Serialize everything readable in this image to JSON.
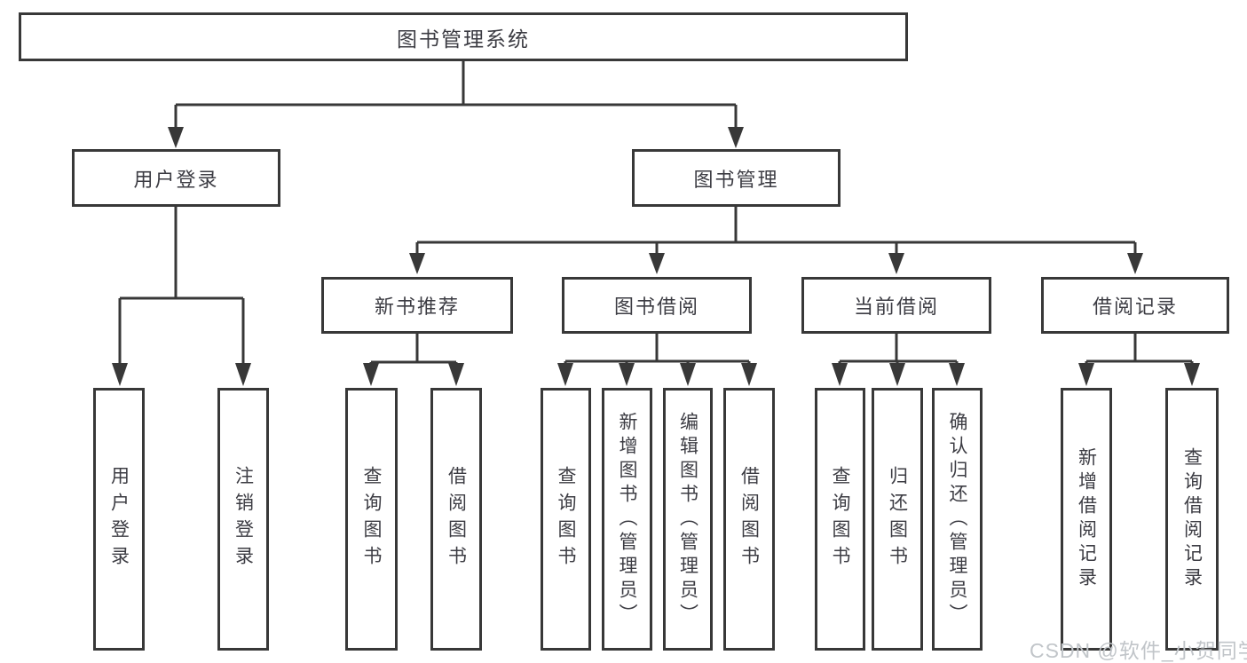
{
  "diagram_type": "hierarchy-tree",
  "tree": {
    "label": "图书管理系统",
    "children": [
      {
        "label": "用户登录",
        "children": [
          {
            "label": "用户登录"
          },
          {
            "label": "注销登录"
          }
        ]
      },
      {
        "label": "图书管理",
        "children": [
          {
            "label": "新书推荐",
            "children": [
              {
                "label": "查询图书"
              },
              {
                "label": "借阅图书"
              }
            ]
          },
          {
            "label": "图书借阅",
            "children": [
              {
                "label": "查询图书"
              },
              {
                "label": "新增图书（管理员）"
              },
              {
                "label": "编辑图书（管理员）"
              },
              {
                "label": "借阅图书"
              }
            ]
          },
          {
            "label": "当前借阅",
            "children": [
              {
                "label": "查询图书"
              },
              {
                "label": "归还图书"
              },
              {
                "label": "确认归还（管理员）"
              }
            ]
          },
          {
            "label": "借阅记录",
            "children": [
              {
                "label": "新增借阅记录"
              },
              {
                "label": "查询借阅记录"
              }
            ]
          }
        ]
      }
    ]
  },
  "watermark": "CSDN @软件_小贺同学",
  "colors": {
    "line": "#383838",
    "box_border": "#383838",
    "text": "#3c3c43",
    "watermark": "#c1c5c9",
    "background": "#ffffff"
  }
}
